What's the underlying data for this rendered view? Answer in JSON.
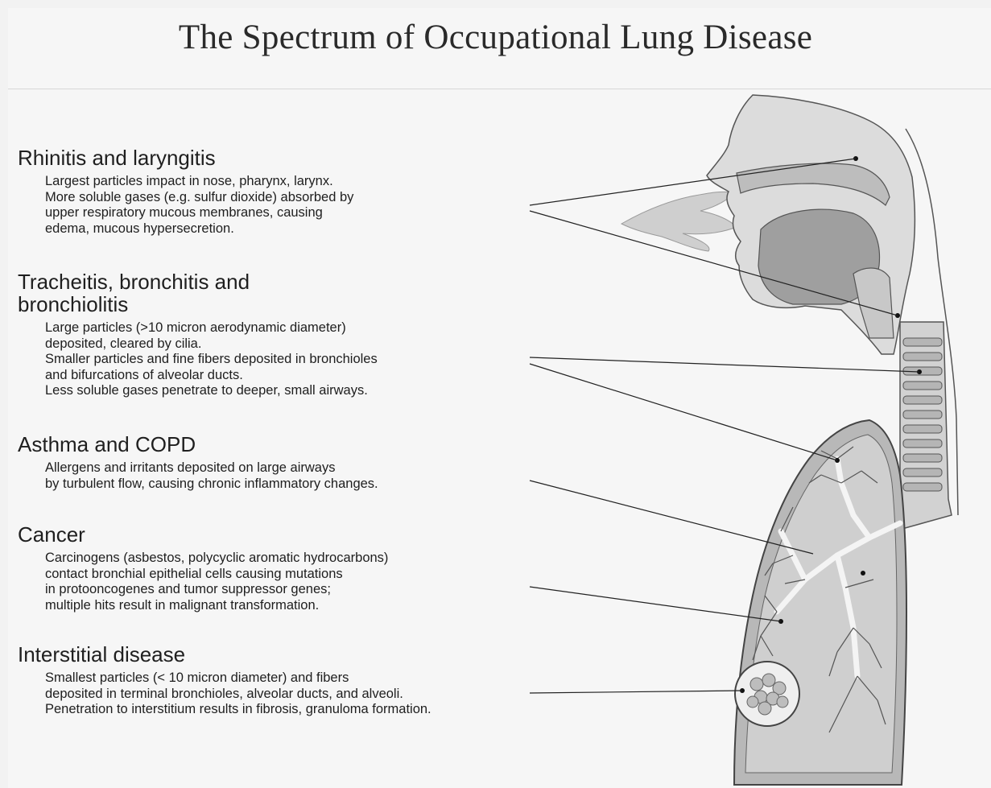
{
  "title": "The Spectrum of Occupational Lung Disease",
  "sections": [
    {
      "heading": "Rhinitis and laryngitis",
      "lines": [
        "Largest particles impact in nose, pharynx, larynx.",
        "More soluble gases (e.g. sulfur dioxide) absorbed by",
        "upper respiratory mucous membranes, causing",
        "edema, mucous hypersecretion."
      ]
    },
    {
      "heading": "Tracheitis, bronchitis and\nbronchiolitis",
      "lines": [
        "Large particles (>10 micron aerodynamic diameter)",
        "deposited, cleared by cilia.",
        "Smaller particles and fine fibers deposited in bronchioles",
        "and bifurcations of alveolar ducts.",
        "Less soluble gases penetrate to deeper, small airways."
      ]
    },
    {
      "heading": "Asthma and COPD",
      "lines": [
        "Allergens and irritants deposited on large airways",
        "by turbulent flow, causing chronic inflammatory changes."
      ]
    },
    {
      "heading": "Cancer",
      "lines": [
        "Carcinogens (asbestos, polycyclic aromatic hydrocarbons)",
        "contact bronchial epithelial cells causing mutations",
        "in protooncogenes and tumor suppressor genes;",
        "multiple hits result in malignant transformation."
      ]
    },
    {
      "heading": "Interstitial disease",
      "lines": [
        "Smallest particles (< 10 micron diameter) and fibers",
        "deposited in terminal bronchioles, alveolar ducts, and alveoli.",
        "Penetration to interstitium results in fibrosis, granuloma formation."
      ]
    }
  ]
}
